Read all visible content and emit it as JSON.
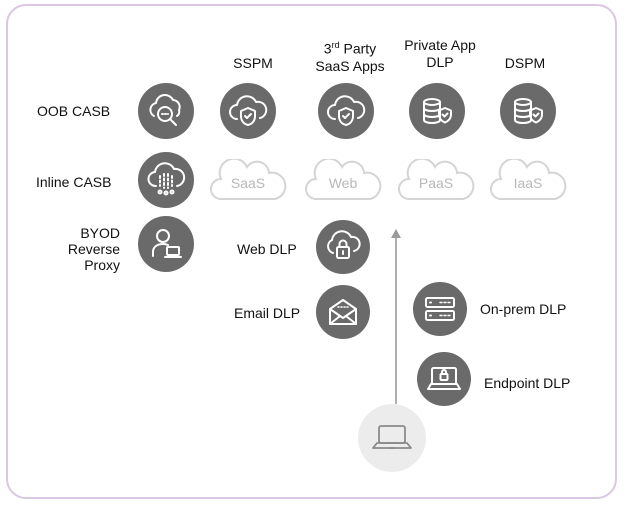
{
  "columns": {
    "sspm": "SSPM",
    "third_party_prefix": "3",
    "third_party_sup": "rd",
    "third_party_line1_rest": " Party",
    "third_party_line2": "SaaS Apps",
    "private_app_line1": "Private App",
    "private_app_line2": "DLP",
    "dspm": "DSPM"
  },
  "rows": {
    "oob_casb": "OOB CASB",
    "inline_casb": "Inline CASB",
    "byod_line1": "BYOD",
    "byod_line2": "Reverse",
    "byod_line3": "Proxy"
  },
  "clouds": {
    "saas": "SaaS",
    "web": "Web",
    "paas": "PaaS",
    "iaas": "IaaS"
  },
  "labels": {
    "web_dlp": "Web DLP",
    "email_dlp": "Email DLP",
    "onprem_dlp": "On-prem DLP",
    "endpoint_dlp": "Endpoint DLP"
  },
  "colors": {
    "icon_fill": "#6a6a6a",
    "border": "#dcc6e6",
    "cloud_outline": "#d4d4d4",
    "cloud_text": "#b8b8b8",
    "device_bg": "#ececec"
  },
  "icons": {
    "oob_casb": "cloud-search-icon",
    "sspm": "cloud-shield-icon",
    "third_party": "cloud-shield-icon",
    "private_app": "database-shield-icon",
    "dspm": "database-shield-icon",
    "inline_casb": "cloud-network-icon",
    "byod": "user-laptop-icon",
    "web_dlp": "cloud-lock-icon",
    "email_dlp": "envelope-icon",
    "onprem_dlp": "server-icon",
    "endpoint_dlp": "laptop-lock-icon",
    "device": "laptop-icon"
  }
}
